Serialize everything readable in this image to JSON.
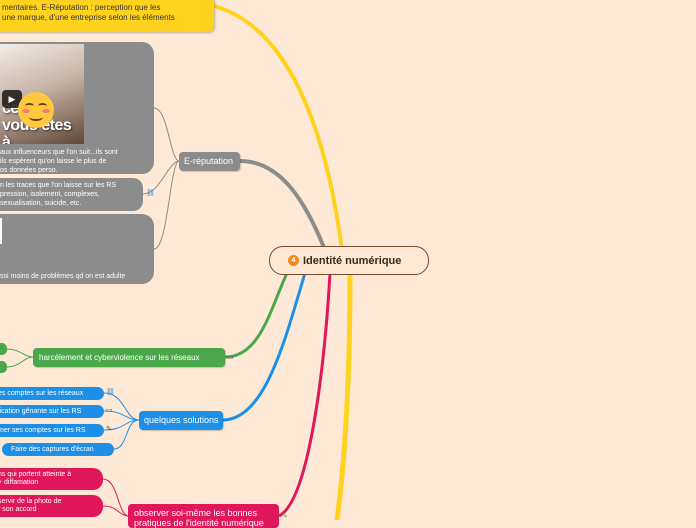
{
  "map": {
    "central": {
      "number": "4",
      "title": "Identité numérique"
    },
    "definition_note": {
      "line1": "mentaires. E-Réputation : perception que les",
      "line2": "une marque, d'une entreprise selon les éléments"
    },
    "e_reputation": {
      "label": "E-réputation",
      "video_caption": "Ce que vous êtes à Instagram",
      "video_caption_line1": "ce que vous êtes",
      "video_caption_line2": "à Instagram",
      "video_text": [
        "aux influenceurs que l'on suit...ils sont",
        "ils espèrent qu'on laisse le plus de",
        "os données perso."
      ],
      "traces_text": [
        "n les traces que l'on laisse sur les RS",
        "pression, isolement, complexes,",
        "sexualisation, suicide, etc."
      ],
      "note_text": "ssi moins de problèmes qd on est adulte"
    },
    "harassment": {
      "label": "harcèlement et cyberviolence sur les réseaux"
    },
    "solutions": {
      "label": "quelques solutions",
      "items": [
        "es comptes sur les réseaux",
        "lication gênante sur les RS",
        "mer ses comptes sur les RS",
        "Faire des captures d'écran"
      ]
    },
    "observe": {
      "label_line1": "observer soi-même les bonnes",
      "label_line2": "pratiques de l'identité numérique",
      "items": [
        {
          "line1": "ns qui portent atteinte à",
          "line2": "+ diffamation"
        },
        {
          "line1": "servir de la photo de",
          "line2": "r son accord"
        }
      ]
    }
  },
  "colors": {
    "background": "#fde9d5",
    "yellow": "#ffd21e",
    "grey": "#8c8c8c",
    "green": "#4aa84a",
    "blue": "#1e8fe6",
    "pink": "#e0175b",
    "central_border": "#7a4a2a"
  },
  "icons": [
    "play-icon",
    "smiling-blush-emoji-icon",
    "number-badge-icon",
    "link-icon",
    "attachment-icon",
    "pin-icon"
  ]
}
